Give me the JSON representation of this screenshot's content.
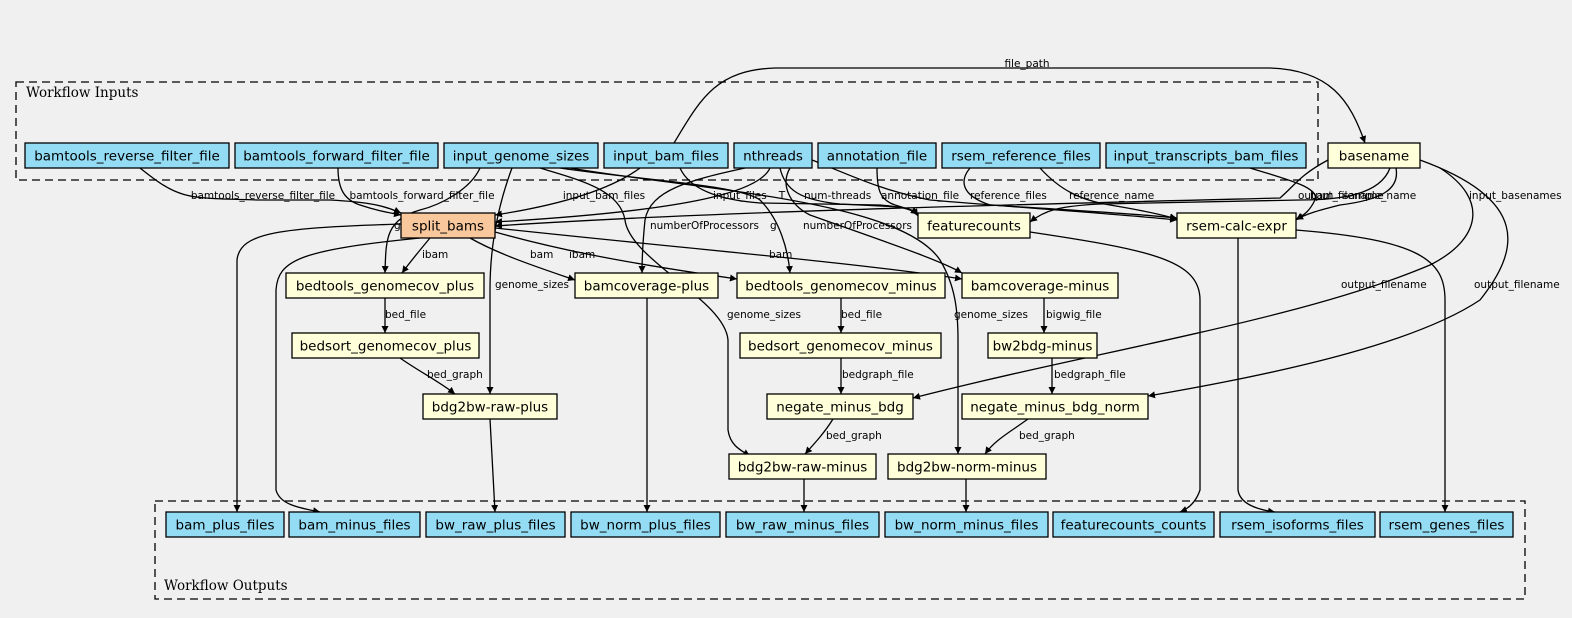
{
  "colors": {
    "input": "#94dcf4",
    "output": "#94dcf4",
    "step": "#ffffd9",
    "main": "#f8c89c",
    "background": "#f0f0f0"
  },
  "clusters": [
    {
      "id": "inputs",
      "label": "Workflow Inputs"
    },
    {
      "id": "outputs",
      "label": "Workflow Outputs"
    }
  ],
  "nodes": [
    {
      "id": "bamtools_reverse_filter_file",
      "label": "bamtools_reverse_filter_file",
      "kind": "input"
    },
    {
      "id": "bamtools_forward_filter_file",
      "label": "bamtools_forward_filter_file",
      "kind": "input"
    },
    {
      "id": "input_genome_sizes",
      "label": "input_genome_sizes",
      "kind": "input"
    },
    {
      "id": "input_bam_files",
      "label": "input_bam_files",
      "kind": "input"
    },
    {
      "id": "nthreads",
      "label": "nthreads",
      "kind": "input"
    },
    {
      "id": "annotation_file",
      "label": "annotation_file",
      "kind": "input"
    },
    {
      "id": "rsem_reference_files",
      "label": "rsem_reference_files",
      "kind": "input"
    },
    {
      "id": "input_transcripts_bam_files",
      "label": "input_transcripts_bam_files",
      "kind": "input"
    },
    {
      "id": "basename",
      "label": "basename",
      "kind": "step"
    },
    {
      "id": "split_bams",
      "label": "split_bams",
      "kind": "main"
    },
    {
      "id": "featurecounts",
      "label": "featurecounts",
      "kind": "step"
    },
    {
      "id": "rsem_calc_expr",
      "label": "rsem-calc-expr",
      "kind": "step"
    },
    {
      "id": "bedtools_genomecov_plus",
      "label": "bedtools_genomecov_plus",
      "kind": "step"
    },
    {
      "id": "bamcoverage_plus",
      "label": "bamcoverage-plus",
      "kind": "step"
    },
    {
      "id": "bedtools_genomecov_minus",
      "label": "bedtools_genomecov_minus",
      "kind": "step"
    },
    {
      "id": "bamcoverage_minus",
      "label": "bamcoverage-minus",
      "kind": "step"
    },
    {
      "id": "bedsort_genomecov_plus",
      "label": "bedsort_genomecov_plus",
      "kind": "step"
    },
    {
      "id": "bedsort_genomecov_minus",
      "label": "bedsort_genomecov_minus",
      "kind": "step"
    },
    {
      "id": "bw2bdg_minus",
      "label": "bw2bdg-minus",
      "kind": "step"
    },
    {
      "id": "bdg2bw_raw_plus",
      "label": "bdg2bw-raw-plus",
      "kind": "step"
    },
    {
      "id": "negate_minus_bdg",
      "label": "negate_minus_bdg",
      "kind": "step"
    },
    {
      "id": "negate_minus_bdg_norm",
      "label": "negate_minus_bdg_norm",
      "kind": "step"
    },
    {
      "id": "bdg2bw_raw_minus",
      "label": "bdg2bw-raw-minus",
      "kind": "step"
    },
    {
      "id": "bdg2bw_norm_minus",
      "label": "bdg2bw-norm-minus",
      "kind": "step"
    },
    {
      "id": "bam_plus_files",
      "label": "bam_plus_files",
      "kind": "output"
    },
    {
      "id": "bam_minus_files",
      "label": "bam_minus_files",
      "kind": "output"
    },
    {
      "id": "bw_raw_plus_files",
      "label": "bw_raw_plus_files",
      "kind": "output"
    },
    {
      "id": "bw_norm_plus_files",
      "label": "bw_norm_plus_files",
      "kind": "output"
    },
    {
      "id": "bw_raw_minus_files",
      "label": "bw_raw_minus_files",
      "kind": "output"
    },
    {
      "id": "bw_norm_minus_files",
      "label": "bw_norm_minus_files",
      "kind": "output"
    },
    {
      "id": "featurecounts_counts",
      "label": "featurecounts_counts",
      "kind": "output"
    },
    {
      "id": "rsem_isoforms_files",
      "label": "rsem_isoforms_files",
      "kind": "output"
    },
    {
      "id": "rsem_genes_files",
      "label": "rsem_genes_files",
      "kind": "output"
    }
  ],
  "edges": [
    {
      "id": "e01",
      "from": "input_bam_files",
      "to": "basename",
      "label": "file_path"
    },
    {
      "id": "e02",
      "from": "bamtools_reverse_filter_file",
      "to": "split_bams",
      "label": "bamtools_reverse_filter_file"
    },
    {
      "id": "e03",
      "from": "bamtools_forward_filter_file",
      "to": "split_bams",
      "label": "bamtools_forward_filter_file"
    },
    {
      "id": "e04",
      "from": "input_bam_files",
      "to": "split_bams",
      "label": "input_bam_files"
    },
    {
      "id": "e05",
      "from": "nthreads",
      "to": "split_bams",
      "label": "T"
    },
    {
      "id": "e06",
      "from": "basename",
      "to": "split_bams",
      "label": "input_basenames"
    },
    {
      "id": "e07",
      "from": "input_bam_files",
      "to": "featurecounts",
      "label": "input_files"
    },
    {
      "id": "e08",
      "from": "nthreads",
      "to": "featurecounts",
      "label": "num-threads"
    },
    {
      "id": "e09",
      "from": "annotation_file",
      "to": "featurecounts",
      "label": "annotation_file"
    },
    {
      "id": "e10",
      "from": "basename",
      "to": "featurecounts",
      "label": "output_filename"
    },
    {
      "id": "e11",
      "from": "rsem_reference_files",
      "to": "rsem_calc_expr",
      "label": "reference_files"
    },
    {
      "id": "e12",
      "from": "rsem_reference_files",
      "to": "rsem_calc_expr",
      "label": "reference_name"
    },
    {
      "id": "e13",
      "from": "input_transcripts_bam_files",
      "to": "rsem_calc_expr",
      "label": "bam"
    },
    {
      "id": "e14",
      "from": "basename",
      "to": "rsem_calc_expr",
      "label": "sample_name"
    },
    {
      "id": "e15",
      "from": "nthreads",
      "to": "rsem_calc_expr",
      "label": ""
    },
    {
      "id": "e16",
      "from": "input_genome_sizes",
      "to": "bedtools_genomecov_plus",
      "label": "g"
    },
    {
      "id": "e17",
      "from": "split_bams",
      "to": "bedtools_genomecov_plus",
      "label": "ibam"
    },
    {
      "id": "e18",
      "from": "split_bams",
      "to": "bamcoverage_plus",
      "label": "bam"
    },
    {
      "id": "e19",
      "from": "nthreads",
      "to": "bamcoverage_plus",
      "label": "numberOfProcessors"
    },
    {
      "id": "e20",
      "from": "input_genome_sizes",
      "to": "bedtools_genomecov_minus",
      "label": "g"
    },
    {
      "id": "e21",
      "from": "split_bams",
      "to": "bedtools_genomecov_minus",
      "label": "ibam"
    },
    {
      "id": "e22",
      "from": "split_bams",
      "to": "bamcoverage_minus",
      "label": "bam"
    },
    {
      "id": "e23",
      "from": "nthreads",
      "to": "bamcoverage_minus",
      "label": "numberOfProcessors"
    },
    {
      "id": "e24",
      "from": "bedtools_genomecov_plus",
      "to": "bedsort_genomecov_plus",
      "label": "bed_file"
    },
    {
      "id": "e25",
      "from": "bedtools_genomecov_minus",
      "to": "bedsort_genomecov_minus",
      "label": "bed_file"
    },
    {
      "id": "e26",
      "from": "bamcoverage_minus",
      "to": "bw2bdg_minus",
      "label": "bigwig_file"
    },
    {
      "id": "e27",
      "from": "bedsort_genomecov_plus",
      "to": "bdg2bw_raw_plus",
      "label": "bed_graph"
    },
    {
      "id": "e28",
      "from": "input_genome_sizes",
      "to": "bdg2bw_raw_plus",
      "label": "genome_sizes"
    },
    {
      "id": "e29",
      "from": "bedsort_genomecov_minus",
      "to": "negate_minus_bdg",
      "label": "bedgraph_file"
    },
    {
      "id": "e30",
      "from": "basename",
      "to": "negate_minus_bdg",
      "label": "output_filename"
    },
    {
      "id": "e31",
      "from": "bw2bdg_minus",
      "to": "negate_minus_bdg_norm",
      "label": "bedgraph_file"
    },
    {
      "id": "e32",
      "from": "basename",
      "to": "negate_minus_bdg_norm",
      "label": "output_filename"
    },
    {
      "id": "e33",
      "from": "negate_minus_bdg",
      "to": "bdg2bw_raw_minus",
      "label": "bed_graph"
    },
    {
      "id": "e34",
      "from": "input_genome_sizes",
      "to": "bdg2bw_raw_minus",
      "label": "genome_sizes"
    },
    {
      "id": "e35",
      "from": "negate_minus_bdg_norm",
      "to": "bdg2bw_norm_minus",
      "label": "bed_graph"
    },
    {
      "id": "e36",
      "from": "input_genome_sizes",
      "to": "bdg2bw_norm_minus",
      "label": "genome_sizes"
    },
    {
      "id": "e37",
      "from": "split_bams",
      "to": "bam_plus_files",
      "label": ""
    },
    {
      "id": "e38",
      "from": "split_bams",
      "to": "bam_minus_files",
      "label": ""
    },
    {
      "id": "e39",
      "from": "bdg2bw_raw_plus",
      "to": "bw_raw_plus_files",
      "label": ""
    },
    {
      "id": "e40",
      "from": "bamcoverage_plus",
      "to": "bw_norm_plus_files",
      "label": ""
    },
    {
      "id": "e41",
      "from": "bdg2bw_raw_minus",
      "to": "bw_raw_minus_files",
      "label": ""
    },
    {
      "id": "e42",
      "from": "bdg2bw_norm_minus",
      "to": "bw_norm_minus_files",
      "label": ""
    },
    {
      "id": "e43",
      "from": "featurecounts",
      "to": "featurecounts_counts",
      "label": ""
    },
    {
      "id": "e44",
      "from": "rsem_calc_expr",
      "to": "rsem_isoforms_files",
      "label": ""
    },
    {
      "id": "e45",
      "from": "rsem_calc_expr",
      "to": "rsem_genes_files",
      "label": ""
    }
  ]
}
